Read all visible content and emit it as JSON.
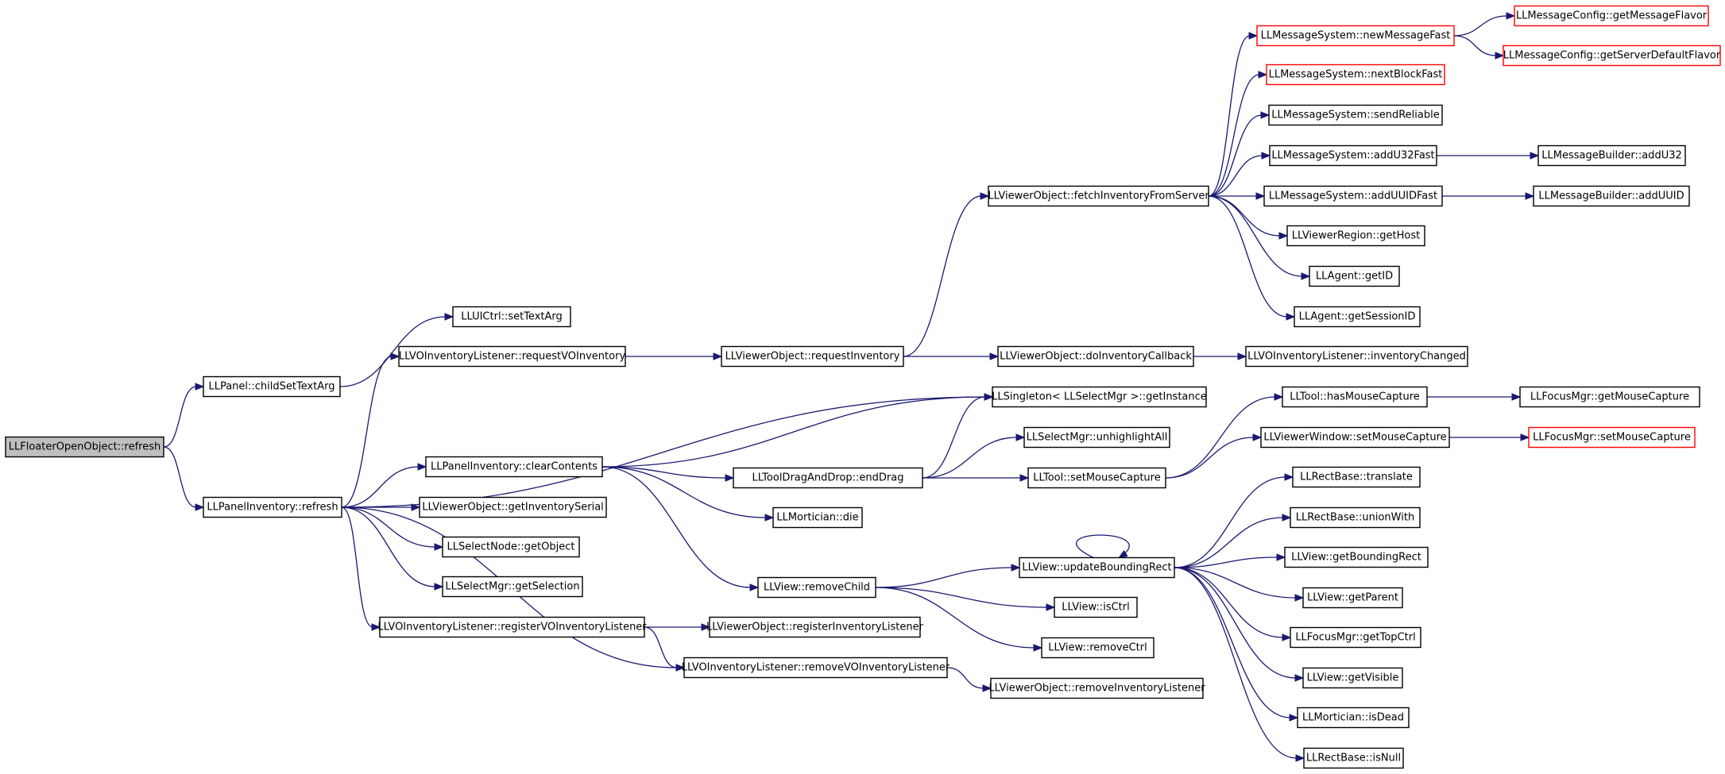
{
  "colors": {
    "edge": "#191970",
    "node_border": "#000000",
    "truncated_border": "#ff0000",
    "root_fill": "#bfbfbf",
    "node_fill": "#ffffff"
  },
  "nodes": [
    {
      "id": "n0",
      "label": "LLFloaterOpenObject::refresh",
      "kind": "root"
    },
    {
      "id": "n1",
      "label": "LLPanel::childSetTextArg",
      "kind": "normal"
    },
    {
      "id": "n2",
      "label": "LLPanelInventory::refresh",
      "kind": "normal"
    },
    {
      "id": "n3",
      "label": "LLUICtrl::setTextArg",
      "kind": "normal"
    },
    {
      "id": "n4",
      "label": "LLVOInventoryListener::requestVOInventory",
      "kind": "normal"
    },
    {
      "id": "n5",
      "label": "LLPanelInventory::clearContents",
      "kind": "normal"
    },
    {
      "id": "n6",
      "label": "LLViewerObject::getInventorySerial",
      "kind": "normal"
    },
    {
      "id": "n7",
      "label": "LLSelectNode::getObject",
      "kind": "normal"
    },
    {
      "id": "n8",
      "label": "LLSelectMgr::getSelection",
      "kind": "normal"
    },
    {
      "id": "n9",
      "label": "LLVOInventoryListener::registerVOInventoryListener",
      "kind": "normal"
    },
    {
      "id": "n10",
      "label": "LLVOInventoryListener::removeVOInventoryListener",
      "kind": "normal"
    },
    {
      "id": "n11",
      "label": "LLViewerObject::requestInventory",
      "kind": "normal"
    },
    {
      "id": "n12",
      "label": "LLToolDragAndDrop::endDrag",
      "kind": "normal"
    },
    {
      "id": "n13",
      "label": "LLMortician::die",
      "kind": "normal"
    },
    {
      "id": "n14",
      "label": "LLView::removeChild",
      "kind": "normal"
    },
    {
      "id": "n15",
      "label": "LLViewerObject::registerInventoryListener",
      "kind": "normal"
    },
    {
      "id": "n16",
      "label": "LLViewerObject::fetchInventoryFromServer",
      "kind": "normal"
    },
    {
      "id": "n17",
      "label": "LLViewerObject::doInventoryCallback",
      "kind": "normal"
    },
    {
      "id": "n18",
      "label": "LLSingleton< LLSelectMgr >::getInstance",
      "kind": "normal"
    },
    {
      "id": "n19",
      "label": "LLSelectMgr::unhighlightAll",
      "kind": "normal"
    },
    {
      "id": "n20",
      "label": "LLTool::setMouseCapture",
      "kind": "normal"
    },
    {
      "id": "n21",
      "label": "LLView::updateBoundingRect",
      "kind": "normal"
    },
    {
      "id": "n22",
      "label": "LLView::isCtrl",
      "kind": "normal"
    },
    {
      "id": "n23",
      "label": "LLView::removeCtrl",
      "kind": "normal"
    },
    {
      "id": "n24",
      "label": "LLViewerObject::removeInventoryListener",
      "kind": "normal"
    },
    {
      "id": "n25",
      "label": "LLMessageSystem::newMessageFast",
      "kind": "truncated"
    },
    {
      "id": "n26",
      "label": "LLMessageSystem::nextBlockFast",
      "kind": "truncated"
    },
    {
      "id": "n27",
      "label": "LLMessageSystem::sendReliable",
      "kind": "normal"
    },
    {
      "id": "n28",
      "label": "LLMessageSystem::addU32Fast",
      "kind": "normal"
    },
    {
      "id": "n29",
      "label": "LLMessageSystem::addUUIDFast",
      "kind": "normal"
    },
    {
      "id": "n30",
      "label": "LLViewerRegion::getHost",
      "kind": "normal"
    },
    {
      "id": "n31",
      "label": "LLAgent::getID",
      "kind": "normal"
    },
    {
      "id": "n32",
      "label": "LLAgent::getSessionID",
      "kind": "normal"
    },
    {
      "id": "n33",
      "label": "LLVOInventoryListener::inventoryChanged",
      "kind": "normal"
    },
    {
      "id": "n34",
      "label": "LLTool::hasMouseCapture",
      "kind": "normal"
    },
    {
      "id": "n35",
      "label": "LLViewerWindow::setMouseCapture",
      "kind": "normal"
    },
    {
      "id": "n36",
      "label": "LLRectBase::translate",
      "kind": "normal"
    },
    {
      "id": "n37",
      "label": "LLRectBase::unionWith",
      "kind": "normal"
    },
    {
      "id": "n38",
      "label": "LLView::getBoundingRect",
      "kind": "normal"
    },
    {
      "id": "n39",
      "label": "LLView::getParent",
      "kind": "normal"
    },
    {
      "id": "n40",
      "label": "LLFocusMgr::getTopCtrl",
      "kind": "normal"
    },
    {
      "id": "n41",
      "label": "LLView::getVisible",
      "kind": "normal"
    },
    {
      "id": "n42",
      "label": "LLMortician::isDead",
      "kind": "normal"
    },
    {
      "id": "n43",
      "label": "LLRectBase::isNull",
      "kind": "normal"
    },
    {
      "id": "n44",
      "label": "LLMessageConfig::getMessageFlavor",
      "kind": "truncated"
    },
    {
      "id": "n45",
      "label": "LLMessageConfig::getServerDefaultFlavor",
      "kind": "truncated"
    },
    {
      "id": "n46",
      "label": "LLMessageBuilder::addU32",
      "kind": "normal"
    },
    {
      "id": "n47",
      "label": "LLMessageBuilder::addUUID",
      "kind": "normal"
    },
    {
      "id": "n48",
      "label": "LLFocusMgr::getMouseCapture",
      "kind": "normal"
    },
    {
      "id": "n49",
      "label": "LLFocusMgr::setMouseCapture",
      "kind": "truncated"
    }
  ],
  "edges": [
    [
      "n0",
      "n1"
    ],
    [
      "n0",
      "n2"
    ],
    [
      "n1",
      "n3"
    ],
    [
      "n2",
      "n4"
    ],
    [
      "n2",
      "n18"
    ],
    [
      "n2",
      "n5"
    ],
    [
      "n2",
      "n6"
    ],
    [
      "n2",
      "n7"
    ],
    [
      "n2",
      "n8"
    ],
    [
      "n2",
      "n9"
    ],
    [
      "n2",
      "n10"
    ],
    [
      "n4",
      "n11"
    ],
    [
      "n11",
      "n16"
    ],
    [
      "n11",
      "n17"
    ],
    [
      "n17",
      "n33"
    ],
    [
      "n5",
      "n18"
    ],
    [
      "n5",
      "n12"
    ],
    [
      "n5",
      "n13"
    ],
    [
      "n5",
      "n14"
    ],
    [
      "n12",
      "n18"
    ],
    [
      "n12",
      "n19"
    ],
    [
      "n12",
      "n20"
    ],
    [
      "n20",
      "n34"
    ],
    [
      "n20",
      "n35"
    ],
    [
      "n34",
      "n48"
    ],
    [
      "n35",
      "n49"
    ],
    [
      "n14",
      "n21"
    ],
    [
      "n14",
      "n22"
    ],
    [
      "n14",
      "n23"
    ],
    [
      "n21",
      "n21"
    ],
    [
      "n21",
      "n36"
    ],
    [
      "n21",
      "n37"
    ],
    [
      "n21",
      "n38"
    ],
    [
      "n21",
      "n39"
    ],
    [
      "n21",
      "n40"
    ],
    [
      "n21",
      "n41"
    ],
    [
      "n21",
      "n42"
    ],
    [
      "n21",
      "n43"
    ],
    [
      "n9",
      "n15"
    ],
    [
      "n9",
      "n10"
    ],
    [
      "n10",
      "n24"
    ],
    [
      "n16",
      "n25"
    ],
    [
      "n16",
      "n26"
    ],
    [
      "n16",
      "n27"
    ],
    [
      "n16",
      "n28"
    ],
    [
      "n16",
      "n29"
    ],
    [
      "n16",
      "n30"
    ],
    [
      "n16",
      "n31"
    ],
    [
      "n16",
      "n32"
    ],
    [
      "n25",
      "n44"
    ],
    [
      "n25",
      "n45"
    ],
    [
      "n28",
      "n46"
    ],
    [
      "n29",
      "n47"
    ]
  ]
}
